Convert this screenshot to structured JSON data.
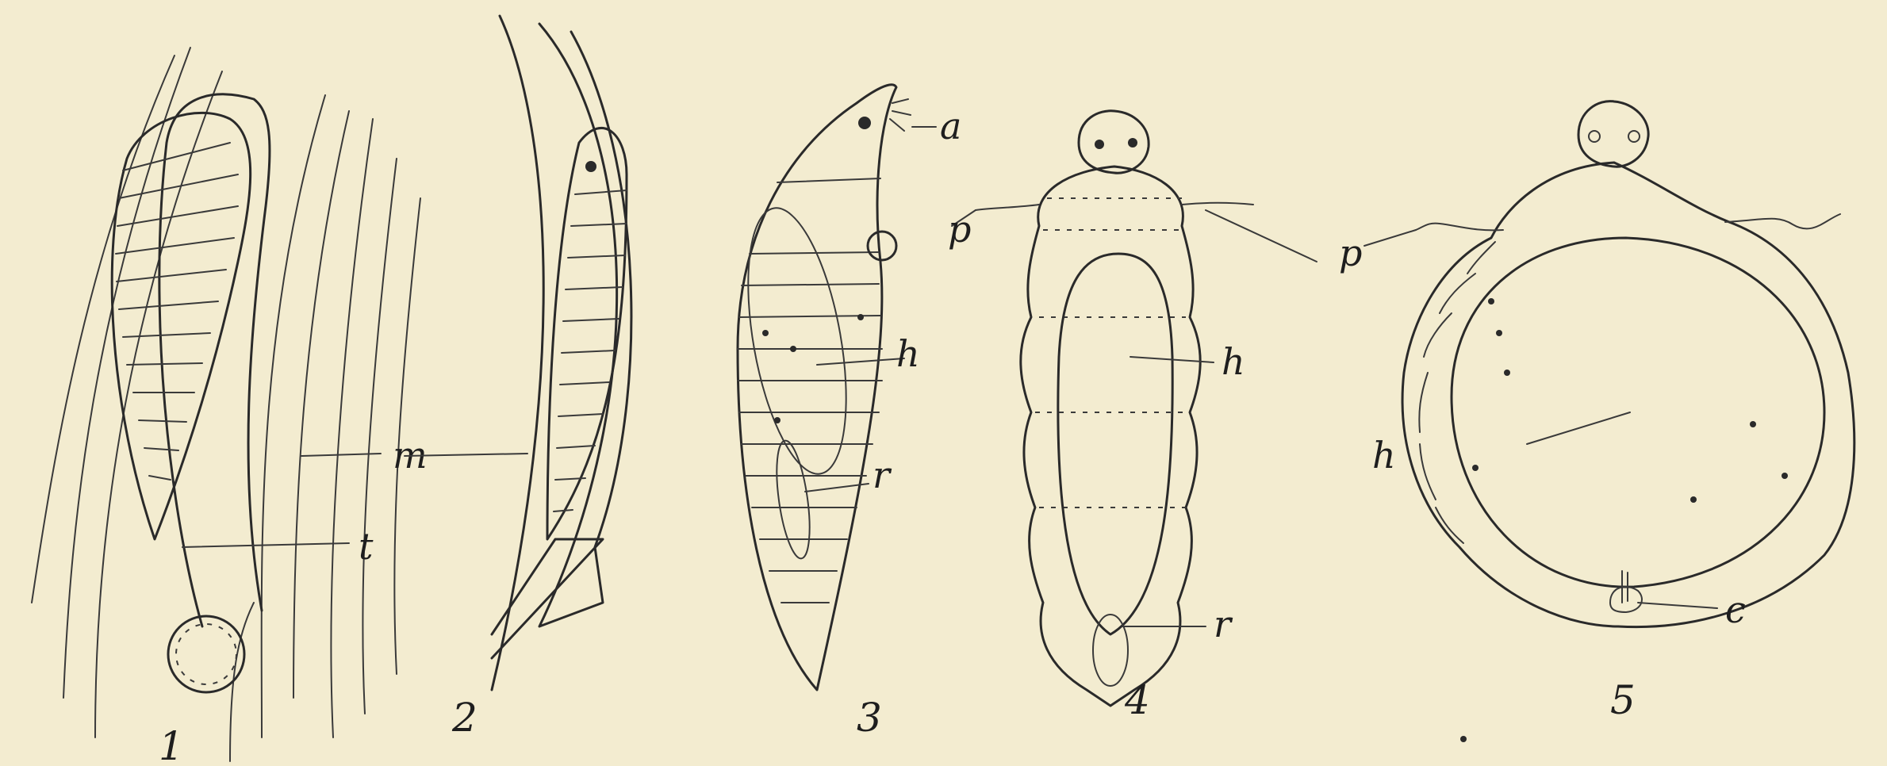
{
  "figure_numbers": [
    "1",
    "2",
    "3",
    "4",
    "5"
  ],
  "labels": {
    "m": "m",
    "t": "t",
    "a": "a",
    "h3": "h",
    "r3": "r",
    "p4": "p",
    "h4": "h",
    "r4": "r",
    "p5": "p",
    "h5": "h",
    "c": "c"
  }
}
